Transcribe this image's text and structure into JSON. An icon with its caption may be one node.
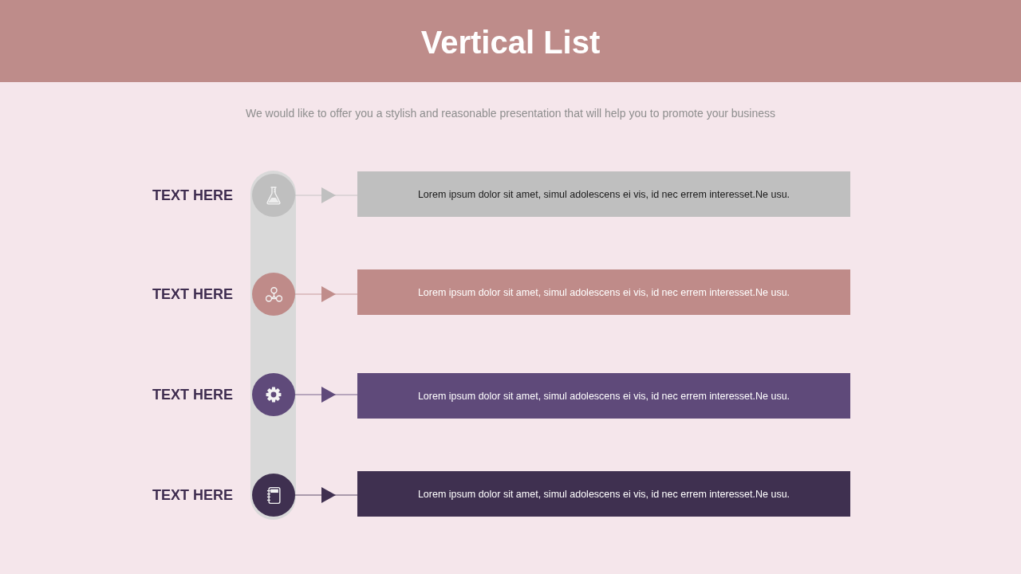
{
  "diagram": {
    "title": "Vertical List",
    "nodes": [
      {
        "text": [],
        "shape": "circle",
        "beside": [
          "TEXT HERE"
        ]
      },
      {
        "text": [
          "Lorem ipsum dolor sit amet, simul adolescens ei vis, id nec errem interesset.Ne usu."
        ]
      },
      {
        "text": [],
        "shape": "circle",
        "beside": [
          "TEXT HERE"
        ]
      },
      {
        "text": [
          "Lorem ipsum dolor sit amet, simul adolescens ei vis, id nec errem interesset.Ne usu."
        ]
      },
      {
        "text": [],
        "shape": "circle",
        "beside": [
          "TEXT HERE"
        ]
      },
      {
        "text": [
          "Lorem ipsum dolor sit amet, simul adolescens ei vis, id nec errem interesset.Ne usu."
        ]
      },
      {
        "text": [],
        "shape": "circle",
        "beside": [
          "TEXT HERE"
        ]
      },
      {
        "text": [
          "Lorem ipsum dolor sit amet, simul adolescens ei vis, id nec errem interesset.Ne usu."
        ]
      }
    ],
    "edges": [
      {
        "from": 0,
        "to": 1,
        "arrow": "to",
        "color": "#c0c0c0"
      },
      {
        "from": 2,
        "to": 3,
        "arrow": "to",
        "color": "#c08d8b"
      },
      {
        "from": 4,
        "to": 5,
        "arrow": "to",
        "color": "#5f4a7a"
      },
      {
        "from": 6,
        "to": 7,
        "arrow": "to",
        "color": "#3f3050"
      }
    ],
    "labels": [
      "We would like to offer you a stylish and reasonable presentation that will help you to promote your business"
    ]
  }
}
